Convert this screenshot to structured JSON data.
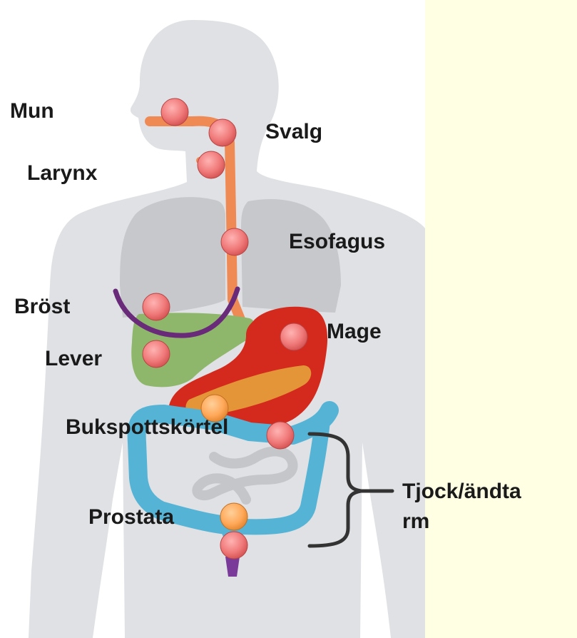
{
  "labels": {
    "mun": "Mun",
    "svalg": "Svalg",
    "larynx": "Larynx",
    "esofagus": "Esofagus",
    "brost": "Bröst",
    "mage": "Mage",
    "lever": "Lever",
    "bukspottskortel": "Bukspottskörtel",
    "tjock_line1": "Tjock/ändta",
    "tjock_line2": "rm",
    "prostata": "Prostata"
  },
  "colors": {
    "background": "#ffffe3",
    "panel": "#ffffff",
    "body_silhouette": "#dfe1e4",
    "lungs": "#c6c8cb",
    "esophagus": "#f08a55",
    "breast": "#6a2a7a",
    "liver": "#8fb76b",
    "stomach": "#d42a1e",
    "pancreas": "#e5a13a",
    "colon": "#55b4d6",
    "small_intestine": "#c4c6c9",
    "marker_red": "#f07a7a",
    "marker_orange": "#ffa95a",
    "bracket": "#333333"
  }
}
